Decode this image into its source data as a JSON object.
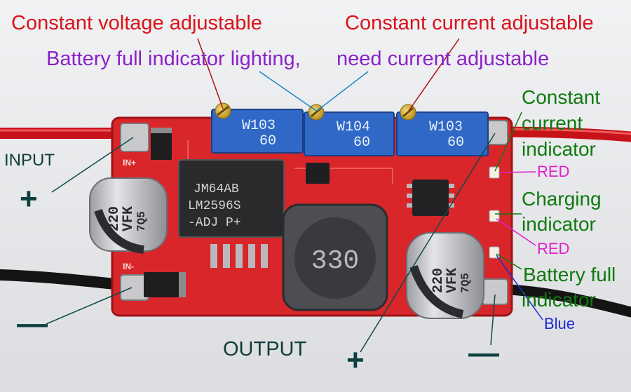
{
  "annotations": {
    "constant_voltage": "Constant voltage adjustable",
    "constant_current": "Constant current adjustable",
    "battery_full_lighting": "Battery full indicator lighting,",
    "need_current": "need current adjustable",
    "input": "INPUT",
    "input_plus": "+",
    "input_minus": "—",
    "output": "OUTPUT",
    "output_plus": "+",
    "output_minus": "—",
    "cc_indicator_line1": "Constant",
    "cc_indicator_line2": "current",
    "cc_indicator_line3": "indicator",
    "cc_color": "RED",
    "charging_line1": "Charging",
    "charging_line2": "indicator",
    "charging_color": "RED",
    "battery_full_line1": "Battery full",
    "battery_full_line2": "indicator",
    "battery_full_color": "Blue"
  },
  "board": {
    "trimmers": [
      {
        "marking": "W103",
        "sub": "60"
      },
      {
        "marking": "W104",
        "sub": "60"
      },
      {
        "marking": "W103",
        "sub": "60"
      }
    ],
    "regulator_line1": "JM64AB",
    "regulator_line2": "LM2596S",
    "regulator_line3": "-ADJ P+",
    "inductor_marking": "330",
    "capacitor_line1": "220",
    "capacitor_line2": "VFK",
    "capacitor_line3": "7Q5",
    "pad_in_plus": "IN+",
    "pad_in_minus": "IN-"
  },
  "colors": {
    "red_text": "#d8141a",
    "purple_text": "#8a22c8",
    "green_text": "#0f7a0f",
    "magenta_text": "#e020c8",
    "blue_text": "#1c2cd0",
    "teal_text": "#103c3c",
    "pcb": "#d8262a",
    "trimmer_blue": "#2f68c6"
  }
}
